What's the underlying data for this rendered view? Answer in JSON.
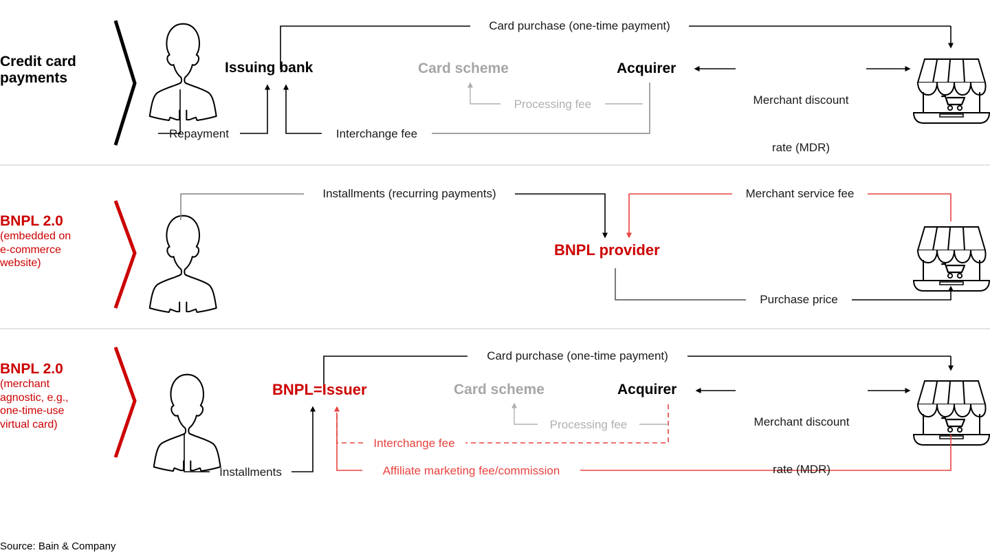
{
  "meta": {
    "source_note": "Source: Bain & Company",
    "colors": {
      "red": "#CC0000",
      "red_line": "#E8433F",
      "gray": "#A6A6A6",
      "gray_line": "#B0B0B0",
      "black": "#000000",
      "divider": "#E3E3E3"
    }
  },
  "rows": [
    {
      "id": "credit-card-payments",
      "title_main": "Credit card",
      "title_main2": "payments",
      "title_sub": "",
      "nodes": [
        {
          "id": "consumer",
          "label": "",
          "icon": "person-icon"
        },
        {
          "id": "issuing-bank",
          "label": "Issuing bank",
          "color": "black"
        },
        {
          "id": "card-scheme",
          "label": "Card scheme",
          "color": "gray"
        },
        {
          "id": "acquirer",
          "label": "Acquirer",
          "color": "black"
        },
        {
          "id": "merchant",
          "label": "",
          "icon": "merchant-storefront-icon"
        }
      ],
      "flows": [
        {
          "id": "card-purchase",
          "label": "Card purchase (one-time payment)",
          "color": "black",
          "style": "solid"
        },
        {
          "id": "repayment",
          "label": "Repayment",
          "color": "black",
          "style": "solid"
        },
        {
          "id": "interchange-fee",
          "label": "Interchange fee",
          "color": "black",
          "style": "solid"
        },
        {
          "id": "processing-fee",
          "label": "Processing fee",
          "color": "gray",
          "style": "solid"
        },
        {
          "id": "mdr",
          "label": "Merchant discount\nrate (MDR)",
          "line1": "Merchant discount",
          "line2": "rate (MDR)",
          "color": "black",
          "style": "solid"
        }
      ]
    },
    {
      "id": "bnpl-embedded",
      "title_main": "BNPL 2.0",
      "title_sub": "(embedded on\ne-commerce\nwebsite)",
      "title_sub_lines": [
        "(embedded on",
        "e-commerce",
        "website)"
      ],
      "nodes": [
        {
          "id": "consumer",
          "label": "",
          "icon": "person-icon"
        },
        {
          "id": "bnpl-provider",
          "label": "BNPL provider",
          "color": "red"
        },
        {
          "id": "merchant",
          "label": "",
          "icon": "merchant-storefront-icon"
        }
      ],
      "flows": [
        {
          "id": "installments",
          "label": "Installments (recurring payments)",
          "color": "black",
          "style": "solid"
        },
        {
          "id": "merchant-service-fee",
          "label": "Merchant service fee",
          "color": "red",
          "style": "solid"
        },
        {
          "id": "purchase-price",
          "label": "Purchase price",
          "color": "black",
          "style": "solid"
        }
      ]
    },
    {
      "id": "bnpl-merchant-agnostic",
      "title_main": "BNPL 2.0",
      "title_sub": "(merchant\nagnostic, e.g.,\none-time-use\nvirtual card)",
      "title_sub_lines": [
        "(merchant",
        "agnostic, e.g.,",
        "one-time-use",
        "virtual card)"
      ],
      "nodes": [
        {
          "id": "consumer",
          "label": "",
          "icon": "person-icon"
        },
        {
          "id": "bnpl-issuer",
          "label": "BNPL=Issuer",
          "color": "red"
        },
        {
          "id": "card-scheme",
          "label": "Card scheme",
          "color": "gray"
        },
        {
          "id": "acquirer",
          "label": "Acquirer",
          "color": "black"
        },
        {
          "id": "merchant",
          "label": "",
          "icon": "merchant-storefront-icon"
        }
      ],
      "flows": [
        {
          "id": "card-purchase",
          "label": "Card purchase (one-time payment)",
          "color": "black",
          "style": "solid"
        },
        {
          "id": "installments",
          "label": "Installments",
          "color": "black",
          "style": "solid"
        },
        {
          "id": "interchange-fee",
          "label": "Interchange fee",
          "color": "red",
          "style": "dashed"
        },
        {
          "id": "affiliate-fee",
          "label": "Affiliate marketing fee/commission",
          "color": "red",
          "style": "solid"
        },
        {
          "id": "processing-fee",
          "label": "Processing fee",
          "color": "gray",
          "style": "solid"
        },
        {
          "id": "mdr",
          "label": "Merchant discount\nrate (MDR)",
          "line1": "Merchant discount",
          "line2": "rate (MDR)",
          "color": "black",
          "style": "solid"
        }
      ]
    }
  ]
}
